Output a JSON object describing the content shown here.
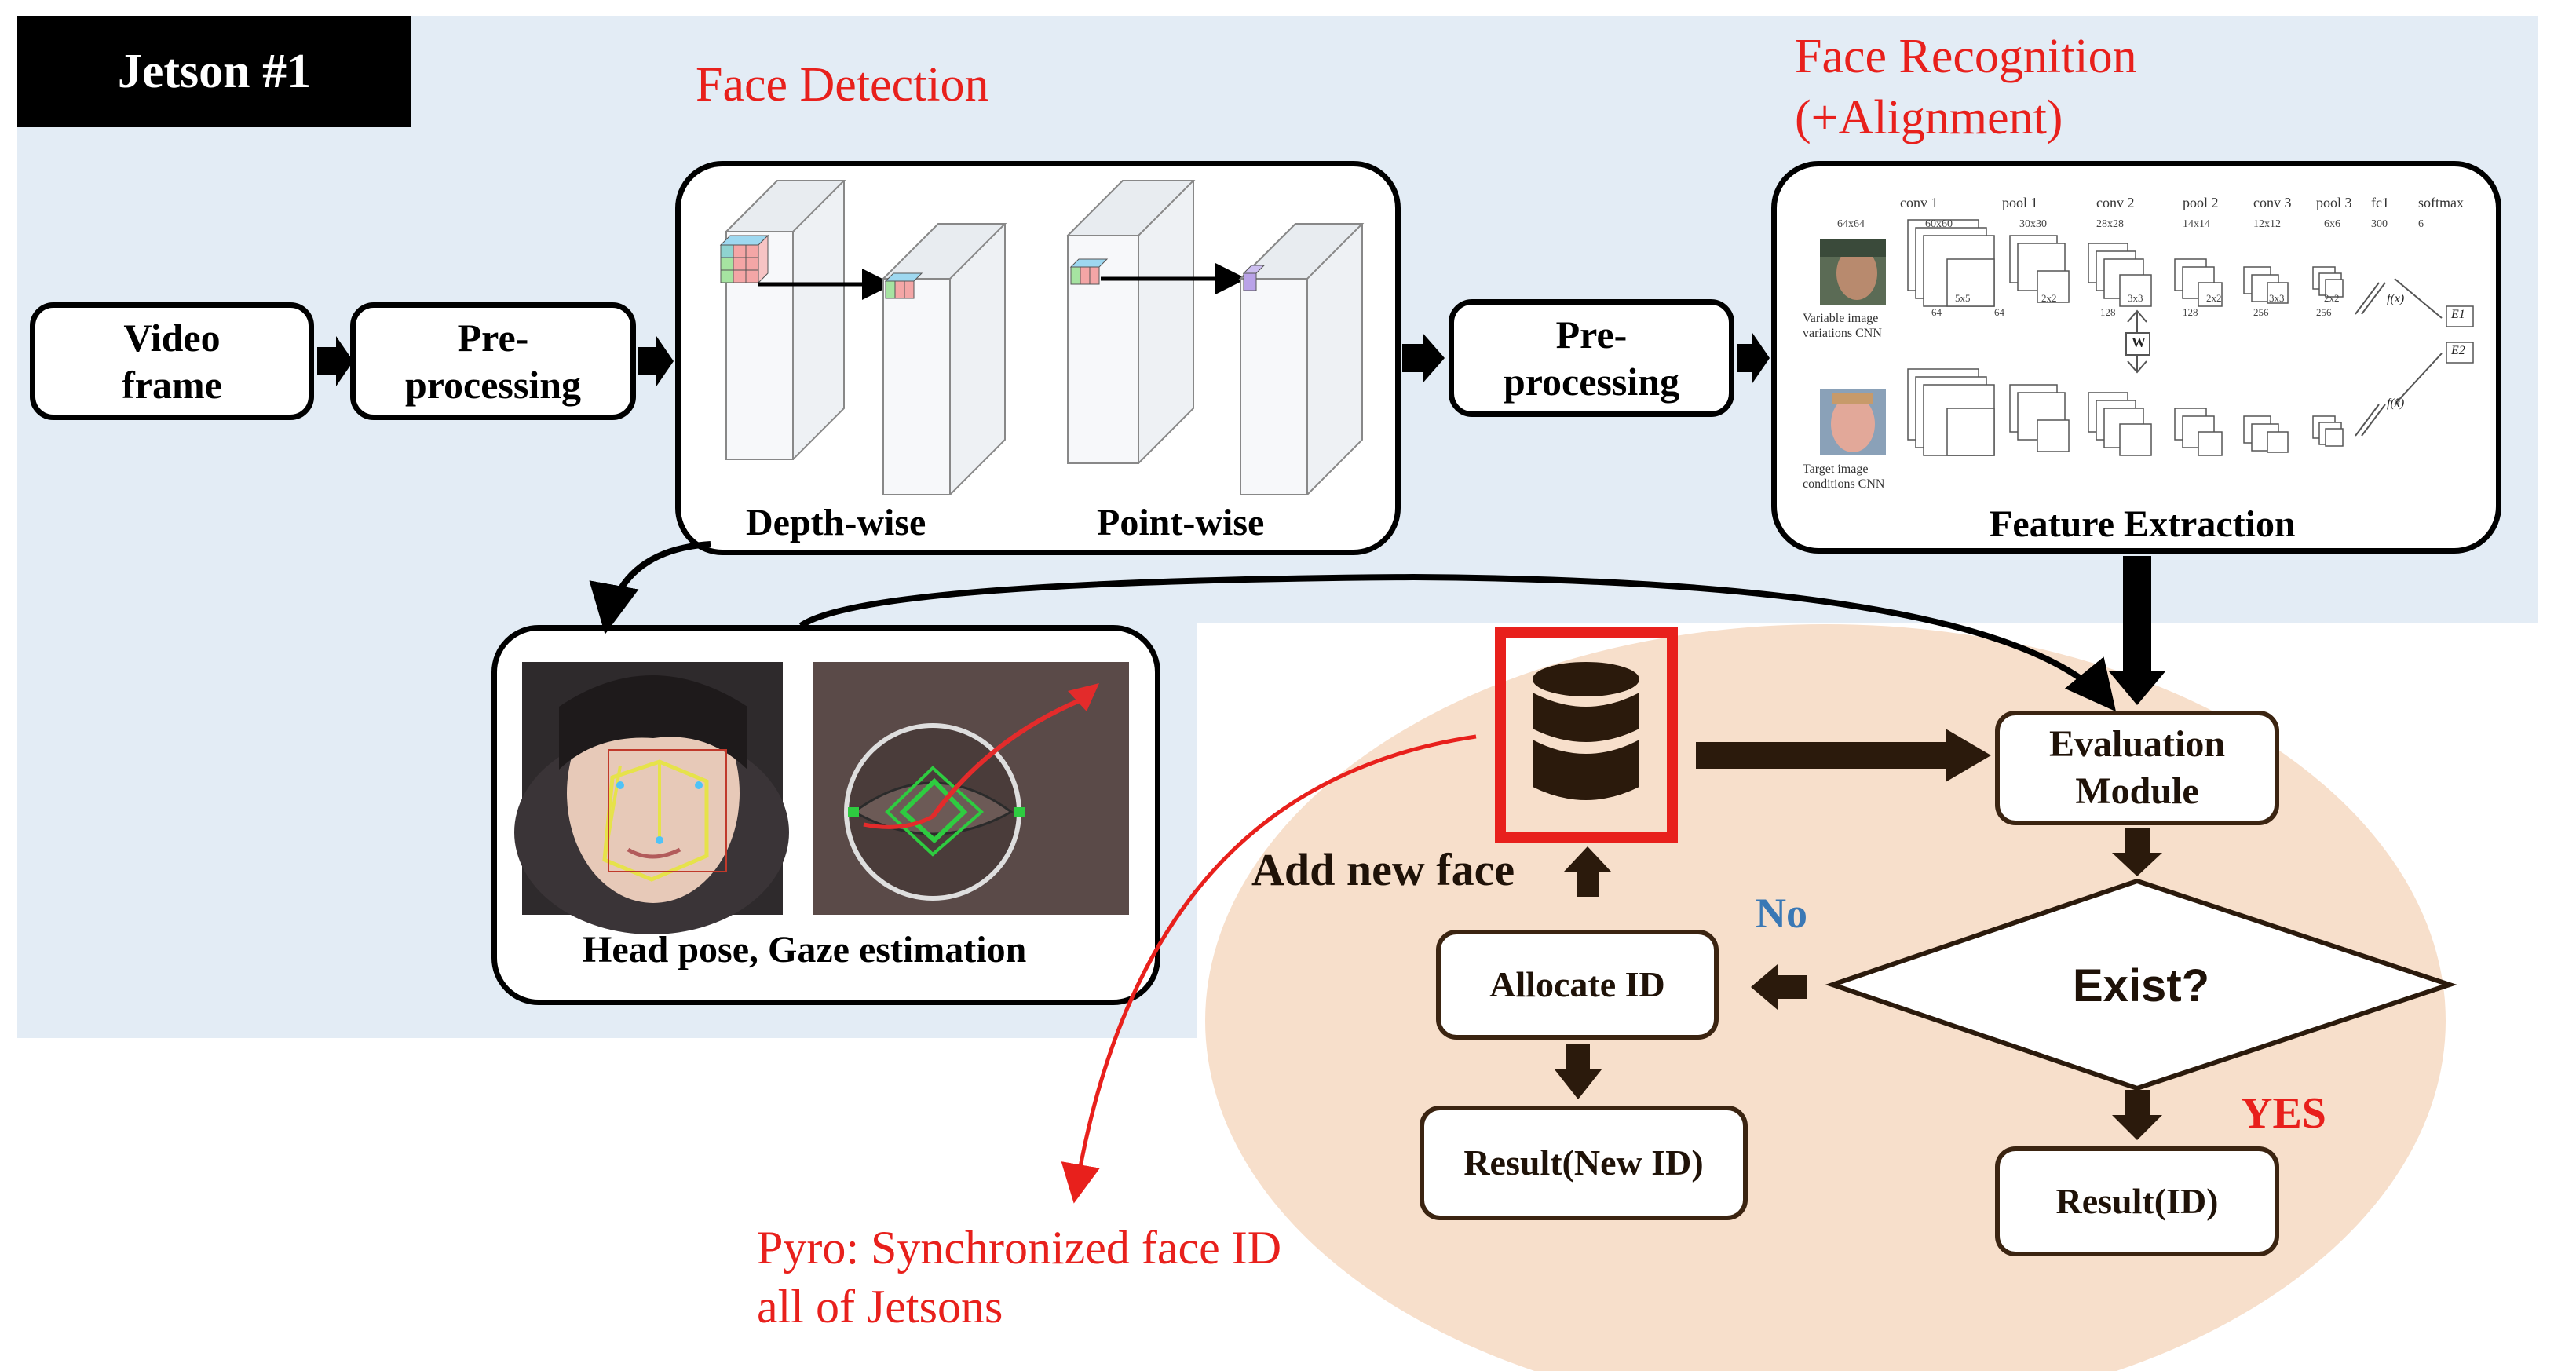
{
  "jetson_label": "Jetson #1",
  "titles": {
    "face_detection": "Face Detection",
    "face_recognition": "Face Recognition\n(+Alignment)"
  },
  "pipeline": {
    "video_frame": "Video\nframe",
    "preprocessing_1": "Pre-\nprocessing",
    "preprocessing_2": "Pre-\nprocessing"
  },
  "detection_panel": {
    "depthwise_label": "Depth-wise",
    "pointwise_label": "Point-wise"
  },
  "feature_panel": {
    "caption": "Feature Extraction",
    "top_layers": [
      "conv 1",
      "pool 1",
      "conv 2",
      "pool 2",
      "conv 3",
      "pool 3",
      "fc1",
      "softmax"
    ],
    "top_sizes": [
      "64x64",
      "60x60",
      "30x30",
      "28x28",
      "14x14",
      "12x12",
      "6x6",
      "300",
      "6"
    ],
    "top_caption": "Variable image\nvariations CNN",
    "bottom_caption": "Target image\nconditions CNN",
    "kernel_labels": [
      "5x5",
      "2x2",
      "3x3",
      "2x2",
      "3x3",
      "2x2"
    ],
    "channel_labels": [
      "64",
      "64",
      "128",
      "128",
      "256",
      "256"
    ],
    "weight_label": "W",
    "f_top": "f(x)",
    "f_bottom": "f(x̂)",
    "e1": "E1",
    "e2": "E2"
  },
  "headpose_panel": {
    "caption": "Head pose, Gaze estimation"
  },
  "recognition_flow": {
    "evaluation": "Evaluation\nModule",
    "exist": "Exist?",
    "allocate": "Allocate ID",
    "result_new": "Result(New ID)",
    "result_id": "Result(ID)",
    "add_new_face": "Add new face",
    "no_label": "No",
    "yes_label": "YES"
  },
  "pyro_note": "Pyro: Synchronized face ID\n all of Jetsons",
  "colors": {
    "region_blue": "#e3ecf5",
    "region_peach": "#f7dfcb",
    "accent_red": "#e8201c",
    "flow_brown": "#2b1a0c",
    "no_blue": "#3a78b5"
  }
}
